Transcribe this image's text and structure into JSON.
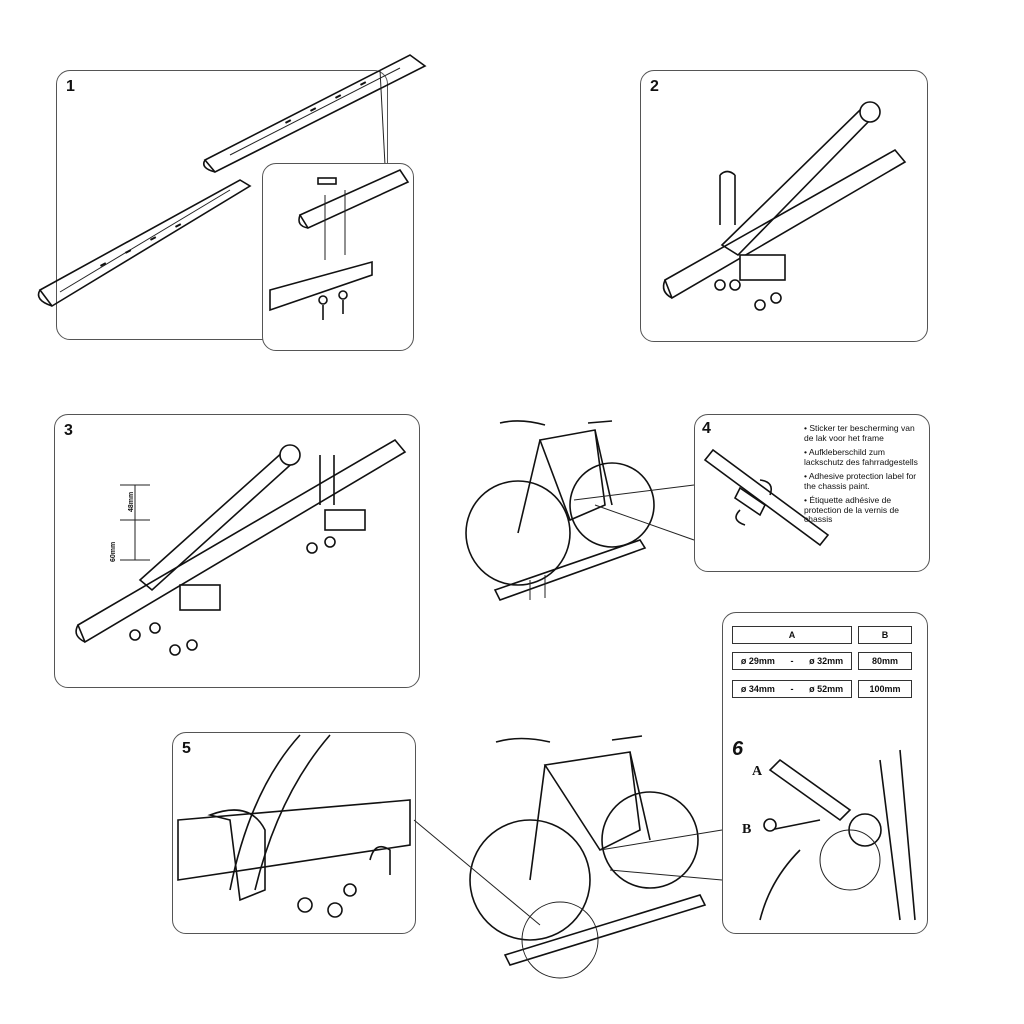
{
  "steps": {
    "s1": "1",
    "s2": "2",
    "s3": "3",
    "s4": "4",
    "s5": "5",
    "s6": "6"
  },
  "dims": {
    "d48": "48mm",
    "d60": "60mm"
  },
  "sticker": {
    "nl": "• Sticker ter bescherming van de lak voor het frame",
    "de": "• Aufkleberschild zum lackschutz des fahrradgestells",
    "en": "• Adhesive protection label for the chassis paint.",
    "fr": "• Étiquette adhésive de protection de la vernis de chassis"
  },
  "table": {
    "col_a": "A",
    "col_b": "B",
    "r1_a1": "ø 29mm",
    "r1_sep": "-",
    "r1_a2": "ø 32mm",
    "r1_b": "80mm",
    "r2_a1": "ø 34mm",
    "r2_sep": "-",
    "r2_a2": "ø 52mm",
    "r2_b": "100mm"
  },
  "labels6": {
    "a": "A",
    "b": "B"
  }
}
